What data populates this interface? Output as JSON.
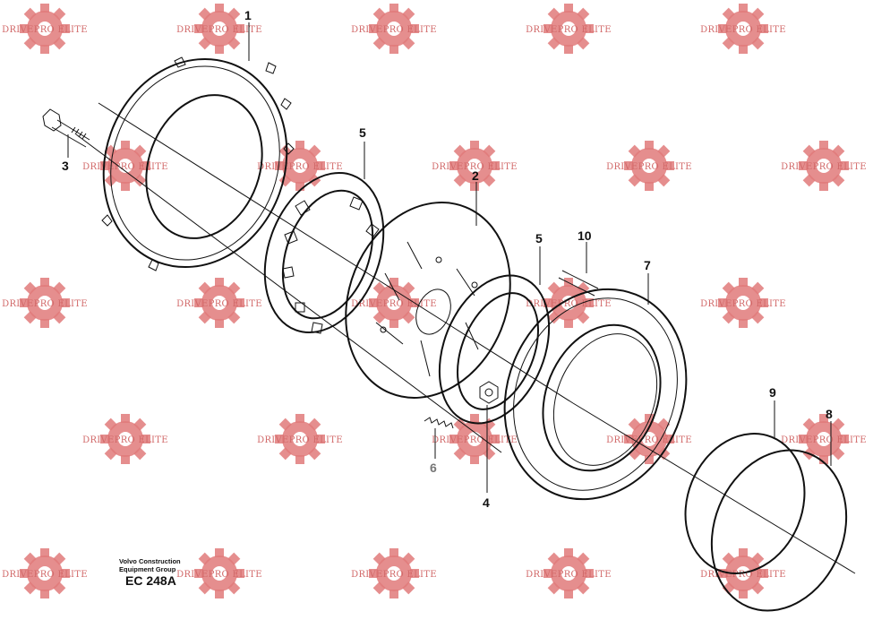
{
  "watermark": {
    "text": "DRIVEPRO ELITE",
    "color": "#d26a6a"
  },
  "callouts": [
    {
      "label": "1"
    },
    {
      "label": "2"
    },
    {
      "label": "3"
    },
    {
      "label": "4"
    },
    {
      "label": "5"
    },
    {
      "label": "5"
    },
    {
      "label": "6"
    },
    {
      "label": "7"
    },
    {
      "label": "8"
    },
    {
      "label": "9"
    },
    {
      "label": "10"
    }
  ],
  "caption": {
    "line1": "Volvo Construction",
    "line2": "Equipment Group",
    "code": "EC 248A"
  }
}
